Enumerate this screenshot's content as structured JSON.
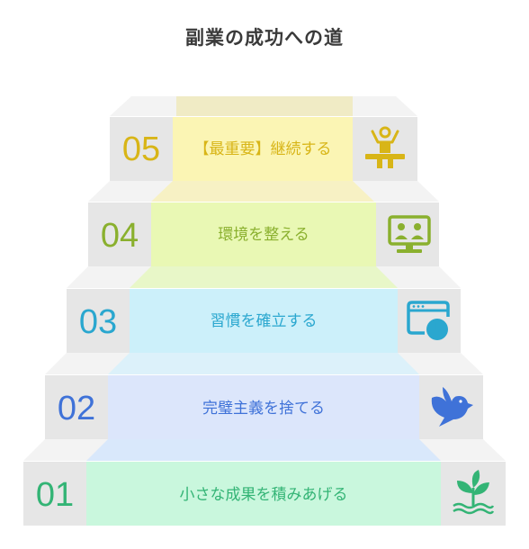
{
  "title": "副業の成功への道",
  "steps": [
    {
      "number": "05",
      "label": "【最重要】継続する",
      "icon": "person-balancing-icon",
      "color": "#d8b517",
      "fill": "#fbf5b4"
    },
    {
      "number": "04",
      "label": "環境を整える",
      "icon": "video-meeting-screen-icon",
      "color": "#8ab02e",
      "fill": "#e9f8b4"
    },
    {
      "number": "03",
      "label": "習慣を確立する",
      "icon": "browser-clock-icon",
      "color": "#2aa7cf",
      "fill": "#ccf0fa"
    },
    {
      "number": "02",
      "label": "完璧主義を捨てる",
      "icon": "dove-icon",
      "color": "#3f72d8",
      "fill": "#dce6fb"
    },
    {
      "number": "01",
      "label": "小さな成果を積みあげる",
      "icon": "sprout-icon",
      "color": "#33b475",
      "fill": "#c9f7dd"
    }
  ]
}
